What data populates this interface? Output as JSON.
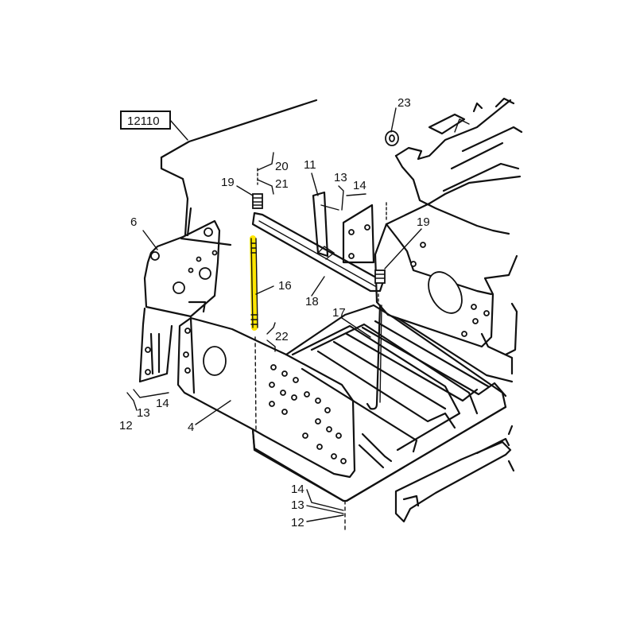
{
  "reference": "12110",
  "highlight_color": "#ffe600",
  "callouts": {
    "c23": "23",
    "c20": "20",
    "c21": "21",
    "c19a": "19",
    "c11": "11",
    "c13a": "13",
    "c14a": "14",
    "c6": "6",
    "c19b": "19",
    "c16": "16",
    "c18": "18",
    "c17": "17",
    "c22": "22",
    "c13b": "13",
    "c14b": "14",
    "c12a": "12",
    "c4": "4",
    "c14c": "14",
    "c13c": "13",
    "c12b": "12"
  }
}
